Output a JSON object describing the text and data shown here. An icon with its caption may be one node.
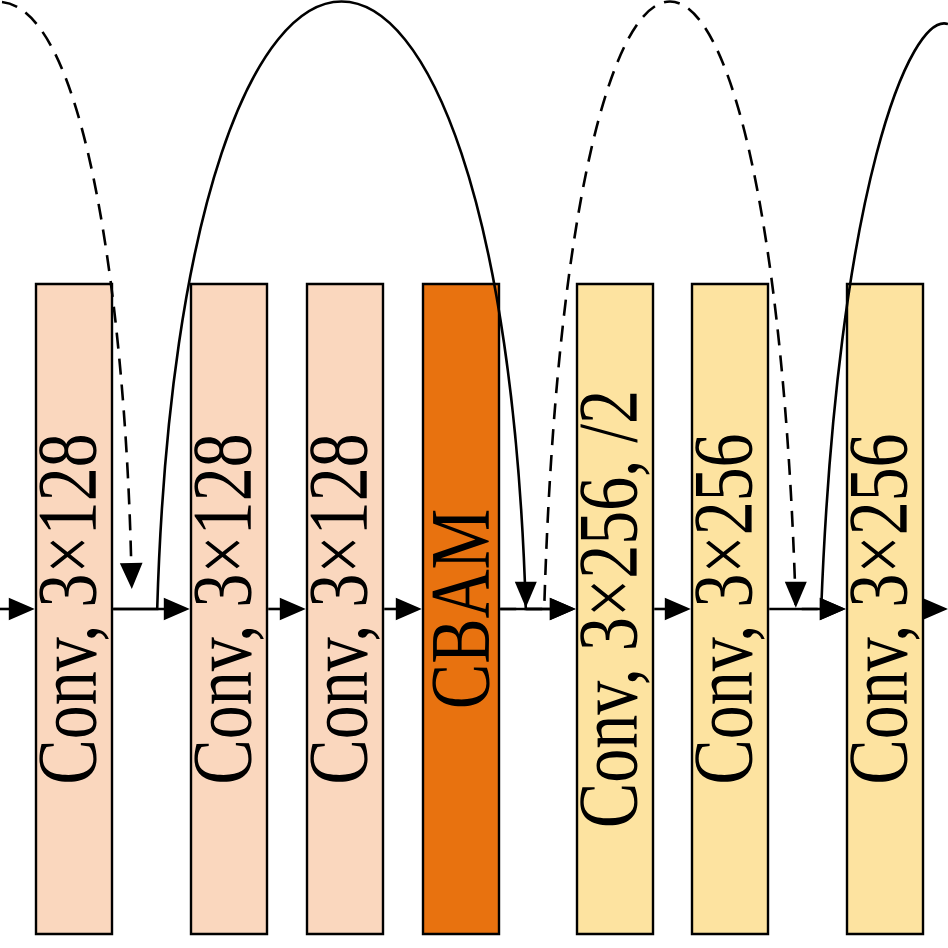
{
  "diagram": {
    "nodes": [
      {
        "text": [
          "Conv, 3×128"
        ]
      },
      {
        "text": [
          "Conv, 3×128"
        ]
      },
      {
        "text": [
          "Conv, 3×128"
        ]
      },
      {
        "text": [
          "CBAM"
        ]
      },
      {
        "text": [
          "Conv, 3×256, /2"
        ]
      },
      {
        "text": [
          "Conv, 3×256"
        ]
      },
      {
        "text": [
          "Conv, 3×256"
        ]
      }
    ],
    "edges": [
      {
        "from": null,
        "to": 0,
        "arrow": "to"
      },
      {
        "from": 0,
        "to": 1,
        "arrow": "to"
      },
      {
        "from": 1,
        "to": 2,
        "arrow": "to"
      },
      {
        "from": 2,
        "to": 3,
        "arrow": "to"
      },
      {
        "from": 3,
        "to": 4,
        "arrow": "to"
      },
      {
        "from": 4,
        "to": 5,
        "arrow": "to"
      },
      {
        "from": 5,
        "to": 6,
        "arrow": "to"
      },
      {
        "from": 6,
        "to": null,
        "arrow": "to"
      },
      {
        "from": null,
        "to": 1,
        "arrow": "to",
        "style": "dashed"
      },
      {
        "from": 0,
        "to": 4,
        "arrow": "to"
      },
      {
        "from": 3,
        "to": 6,
        "arrow": "to",
        "style": "dashed"
      },
      {
        "from": 5,
        "to": null,
        "arrow": "none"
      }
    ]
  }
}
